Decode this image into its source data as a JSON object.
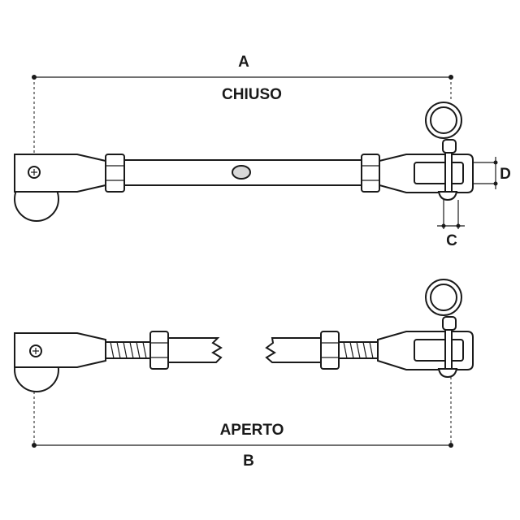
{
  "labels": {
    "dim_a": "A",
    "closed": "CHIUSO",
    "dim_d": "D",
    "dim_c": "C",
    "open": "APERTO",
    "dim_b": "B"
  }
}
